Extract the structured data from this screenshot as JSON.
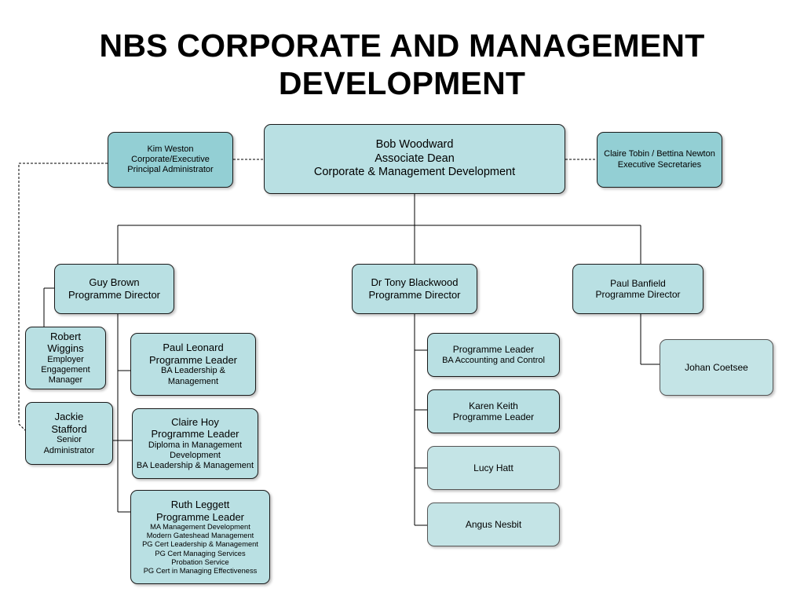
{
  "title": {
    "line1": "NBS CORPORATE AND MANAGEMENT",
    "line2": "DEVELOPMENT"
  },
  "nodes": {
    "dean": {
      "name": "Bob Woodward",
      "role": "Associate Dean",
      "dept": "Corporate & Management Development"
    },
    "kim": {
      "name": "Kim Weston",
      "role": "Corporate/Executive",
      "role2": "Principal Administrator"
    },
    "claire_tobin": {
      "name": "Claire Tobin / Bettina Newton",
      "role": "Executive Secretaries"
    },
    "guy": {
      "name": "Guy Brown",
      "role": "Programme Director"
    },
    "tony": {
      "name": "Dr Tony Blackwood",
      "role": "Programme Director"
    },
    "paul_banfield": {
      "name": "Paul Banfield",
      "role": "Programme Director"
    },
    "robert": {
      "name": "Robert Wiggins",
      "role1": "Employer",
      "role2": "Engagement",
      "role3": "Manager"
    },
    "jackie": {
      "name": "Jackie Stafford",
      "role1": "Senior",
      "role2": "Administrator"
    },
    "paul_leonard": {
      "name": "Paul Leonard",
      "role": "Programme Leader",
      "prog1": "BA Leadership &",
      "prog2": "Management"
    },
    "claire_hoy": {
      "name": "Claire Hoy",
      "role": "Programme Leader",
      "prog1": "Diploma in Management",
      "prog2": "Development",
      "prog3": "BA Leadership & Management"
    },
    "ruth": {
      "name": "Ruth Leggett",
      "role": "Programme Leader",
      "progs": [
        "MA Management Development",
        "Modern Gateshead Management",
        "PG Cert Leadership & Management",
        "PG Cert Managing Services",
        "Probation Service",
        "PG Cert in Managing Effectiveness"
      ]
    },
    "prog_leader_ba": {
      "role": "Programme Leader",
      "prog": "BA Accounting and Control"
    },
    "karen": {
      "name": "Karen Keith",
      "role": "Programme Leader"
    },
    "lucy": {
      "name": "Lucy Hatt"
    },
    "angus": {
      "name": "Angus Nesbit"
    },
    "johan": {
      "name": "Johan Coetsee"
    }
  },
  "colors": {
    "box_fill": "#b9e0e3",
    "box_fill_dark": "#93cfd4",
    "line": "#000000"
  }
}
